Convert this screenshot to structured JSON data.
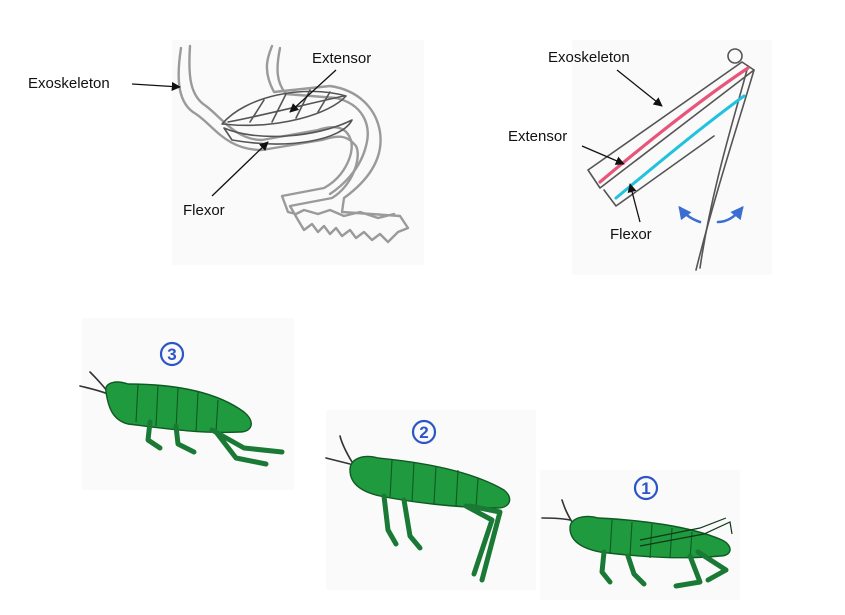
{
  "diagram": {
    "grasshopper_leg": {
      "labels": {
        "exoskeleton": "Exoskeleton",
        "extensor": "Extensor",
        "flexor": "Flexor"
      }
    },
    "lever_model": {
      "labels": {
        "exoskeleton": "Exoskeleton",
        "extensor": "Extensor",
        "flexor": "Flexor"
      },
      "colors": {
        "extensor_muscle": "#e8557a",
        "flexor_muscle": "#21c2e0",
        "rotation_arrows": "#3a6fd1"
      }
    },
    "jump_sequence": {
      "steps": [
        {
          "number": "3"
        },
        {
          "number": "2"
        },
        {
          "number": "1"
        }
      ],
      "colors": {
        "insect_body": "#1f9a3e",
        "step_number": "#2b54c9"
      }
    }
  }
}
